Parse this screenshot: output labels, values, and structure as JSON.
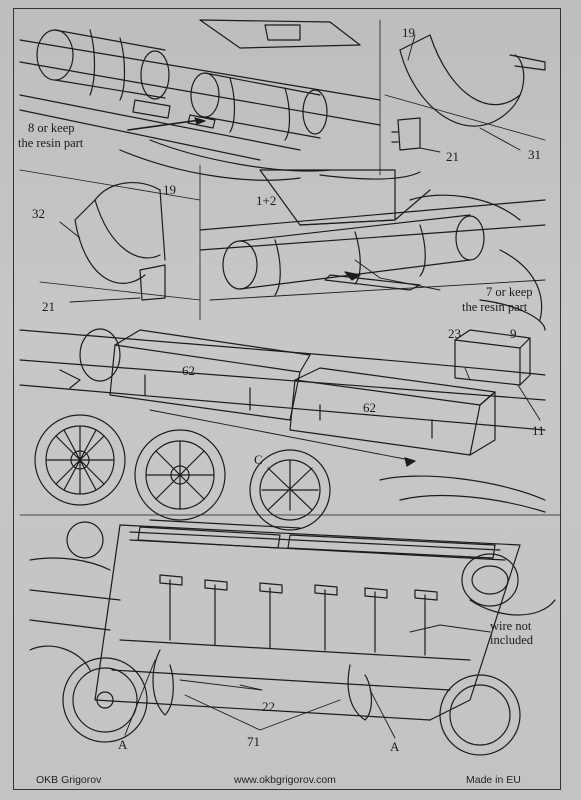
{
  "footer": {
    "brand": "OKB Grigorov",
    "website": "www.okbgrigorov.com",
    "origin": "Made in EU"
  },
  "panel1": {
    "note_line1": "8 or keep",
    "note_line2": "the resin part"
  },
  "panel2": {
    "label_top": "19",
    "label_right": "31",
    "label_bottom": "21"
  },
  "panel3": {
    "label_left": "32",
    "label_right": "19",
    "label_bottom": "21"
  },
  "panel4": {
    "label_plate": "1+2",
    "note_line1": "7 or keep",
    "note_line2": "the resin part"
  },
  "panel5": {
    "box_left": "62",
    "box_right": "62",
    "label_23": "23",
    "label_9": "9",
    "label_11": "11",
    "label_c": "C"
  },
  "panel6": {
    "wire_line1": "wire not",
    "wire_line2": "included",
    "label_22": "22",
    "label_71": "71",
    "label_a_left": "A",
    "label_a_right": "A"
  }
}
